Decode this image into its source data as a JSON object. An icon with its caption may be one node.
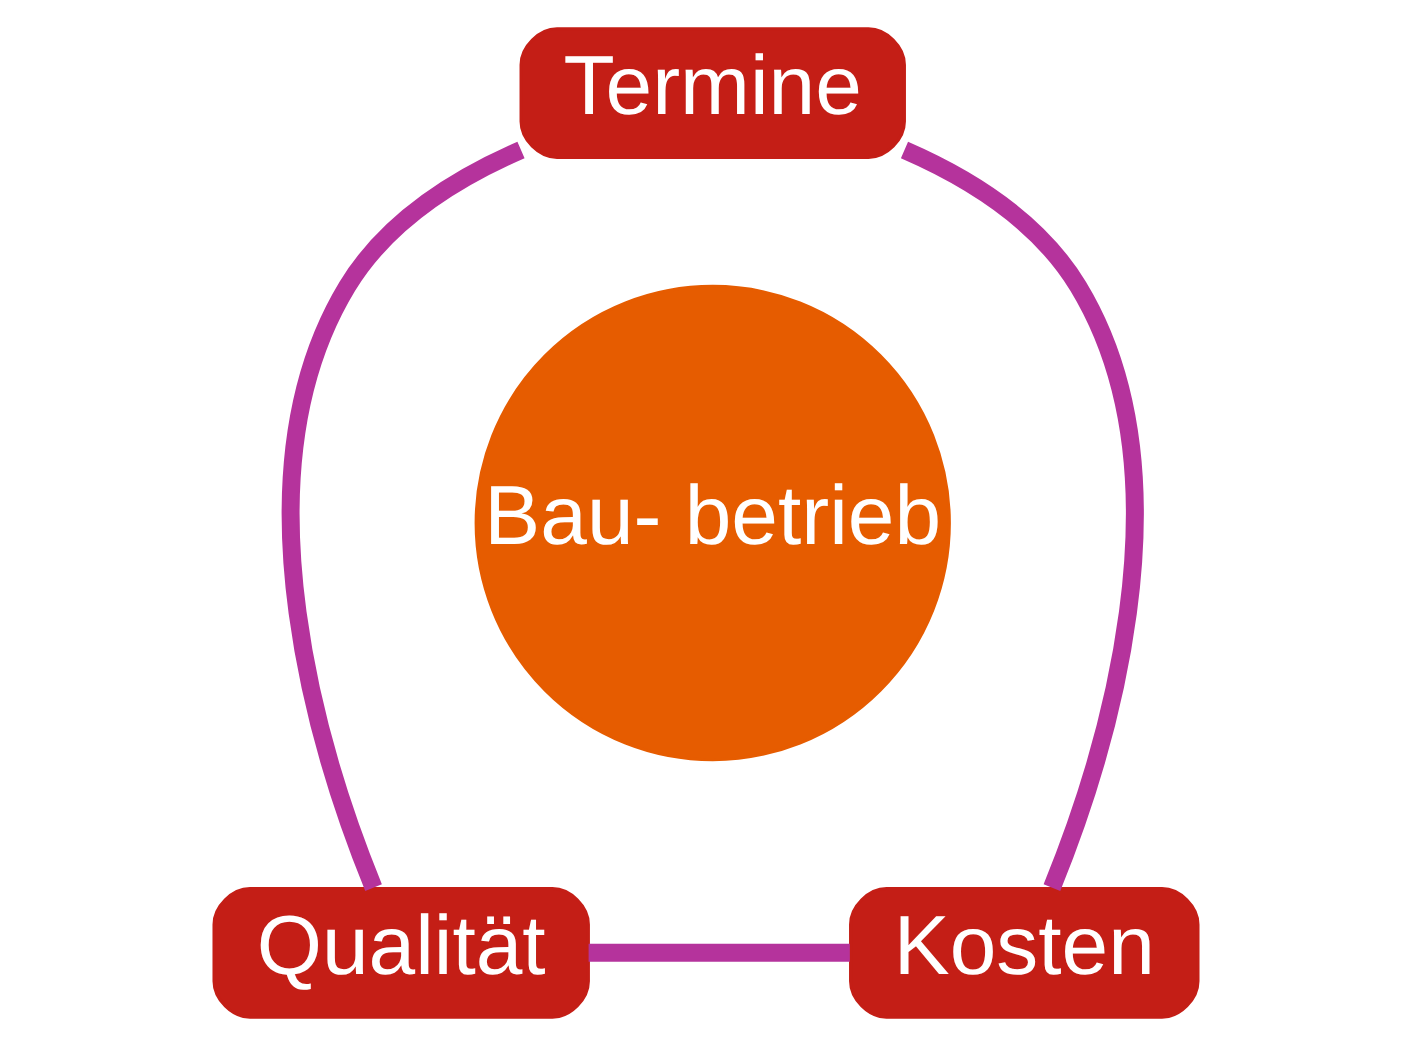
{
  "diagram": {
    "nodes": [
      {
        "text": [
          "Termine"
        ]
      },
      {
        "text": [
          "Bau- betrieb"
        ]
      },
      {
        "text": [
          "Qualität"
        ]
      },
      {
        "text": [
          "Kosten"
        ]
      }
    ],
    "edges": [
      {
        "from": 0,
        "to": 2,
        "arrow": "none"
      },
      {
        "from": 0,
        "to": 3,
        "arrow": "none"
      },
      {
        "from": 2,
        "to": 3,
        "arrow": "none"
      }
    ]
  }
}
